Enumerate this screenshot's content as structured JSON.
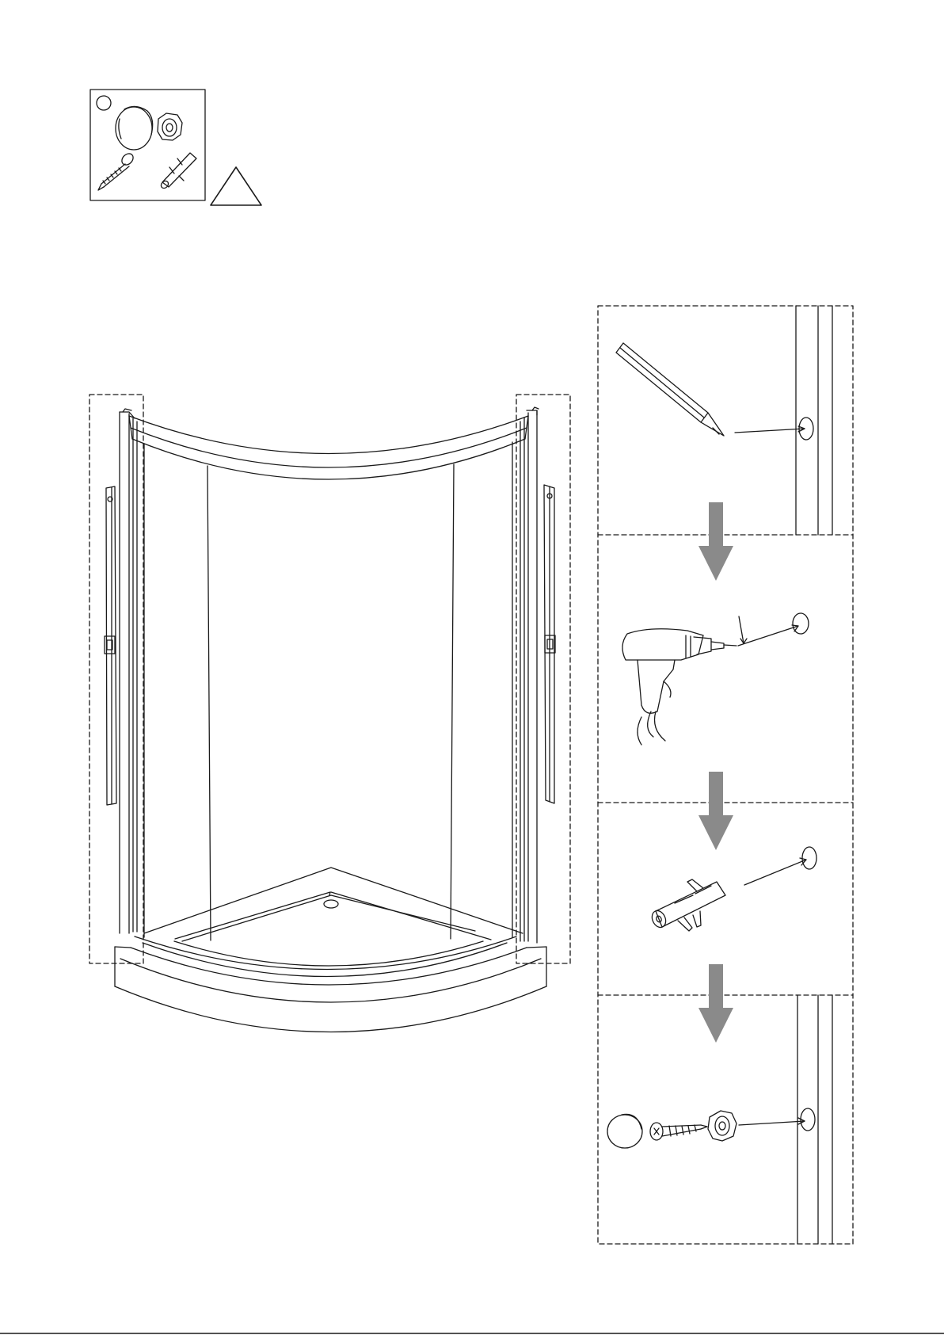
{
  "parts_box": {
    "number_label": "",
    "items": [
      "cap-icon",
      "nut-icon",
      "screw-icon",
      "wall-plug-icon"
    ]
  },
  "warning": {
    "icon": "warning-triangle-icon",
    "text": ""
  },
  "main_drawing": {
    "subject": "curved-shower-enclosure-icon"
  },
  "steps": [
    {
      "icon": "pencil-icon",
      "action": "mark"
    },
    {
      "icon": "drill-icon",
      "action": "drill"
    },
    {
      "icon": "wall-plug-icon",
      "action": "insert-plug"
    },
    {
      "icon": "cap-screw-nut-icon",
      "action": "fix"
    }
  ],
  "colors": {
    "line": "#1a1a1a",
    "arrow": "#8a8a8a",
    "background": "#ffffff"
  }
}
